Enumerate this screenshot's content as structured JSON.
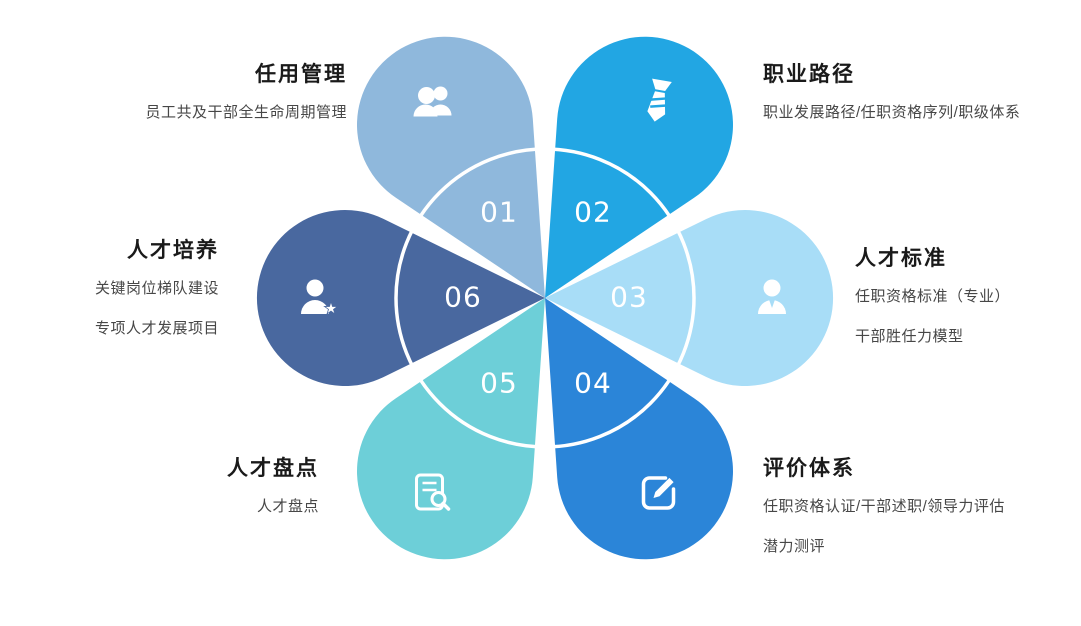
{
  "diagram": {
    "name": "talent-management-flower-diagram",
    "ring_color": "#ffffff",
    "star_glyph": "★",
    "petals": [
      {
        "number": "01",
        "color": "#8fb8dc",
        "icon": "users-icon"
      },
      {
        "number": "02",
        "color": "#22a6e3",
        "icon": "tie-icon"
      },
      {
        "number": "03",
        "color": "#a8ddf7",
        "icon": "person-icon"
      },
      {
        "number": "04",
        "color": "#2b85d8",
        "icon": "edit-icon"
      },
      {
        "number": "05",
        "color": "#6dcfd8",
        "icon": "doc-search-icon"
      },
      {
        "number": "06",
        "color": "#49689f",
        "icon": "person-star-icon"
      }
    ]
  },
  "sections": [
    {
      "num": "01",
      "title": "任用管理",
      "lines": [
        "员工共及干部全生命周期管理"
      ]
    },
    {
      "num": "02",
      "title": "职业路径",
      "lines": [
        "职业发展路径/任职资格序列/职级体系"
      ]
    },
    {
      "num": "03",
      "title": "人才标准",
      "lines": [
        "任职资格标准（专业）",
        "干部胜任力模型"
      ]
    },
    {
      "num": "04",
      "title": "评价体系",
      "lines": [
        "任职资格认证/干部述职/领导力评估",
        "潜力测评"
      ]
    },
    {
      "num": "05",
      "title": "人才盘点",
      "lines": [
        "人才盘点"
      ]
    },
    {
      "num": "06",
      "title": "人才培养",
      "lines": [
        "关键岗位梯队建设",
        "专项人才发展项目"
      ]
    }
  ]
}
